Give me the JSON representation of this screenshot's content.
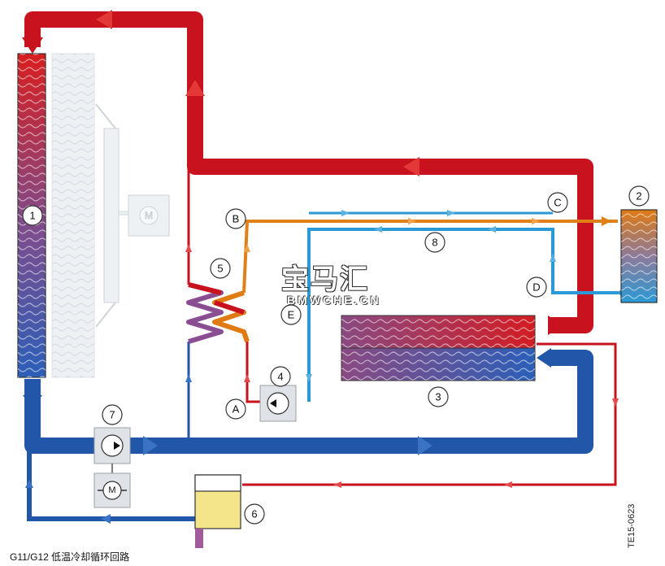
{
  "diagram": {
    "caption": "G11/G12 低温冷却循环回路",
    "figure_code": "TE15-0623",
    "watermark_cn": "宝马汇",
    "watermark_en": "BMWCHE.CN",
    "motor_symbol": "M",
    "components": [
      {
        "num": "1",
        "name": "radiator"
      },
      {
        "num": "2",
        "name": "heat-exchanger-right"
      },
      {
        "num": "3",
        "name": "charge-air-cooler"
      },
      {
        "num": "4",
        "name": "electric-pump"
      },
      {
        "num": "5",
        "name": "exchanger-coil"
      },
      {
        "num": "6",
        "name": "expansion-tank"
      },
      {
        "num": "7",
        "name": "main-pump"
      },
      {
        "num": "8",
        "name": "loop-label"
      }
    ],
    "points": [
      "A",
      "B",
      "C",
      "D",
      "E"
    ],
    "colors": {
      "hot": "#c8121e",
      "cold": "#2256a8",
      "warm": "#e07a12",
      "light_blue": "#2a9ad6",
      "tank_fill": "#f5e58a"
    }
  }
}
